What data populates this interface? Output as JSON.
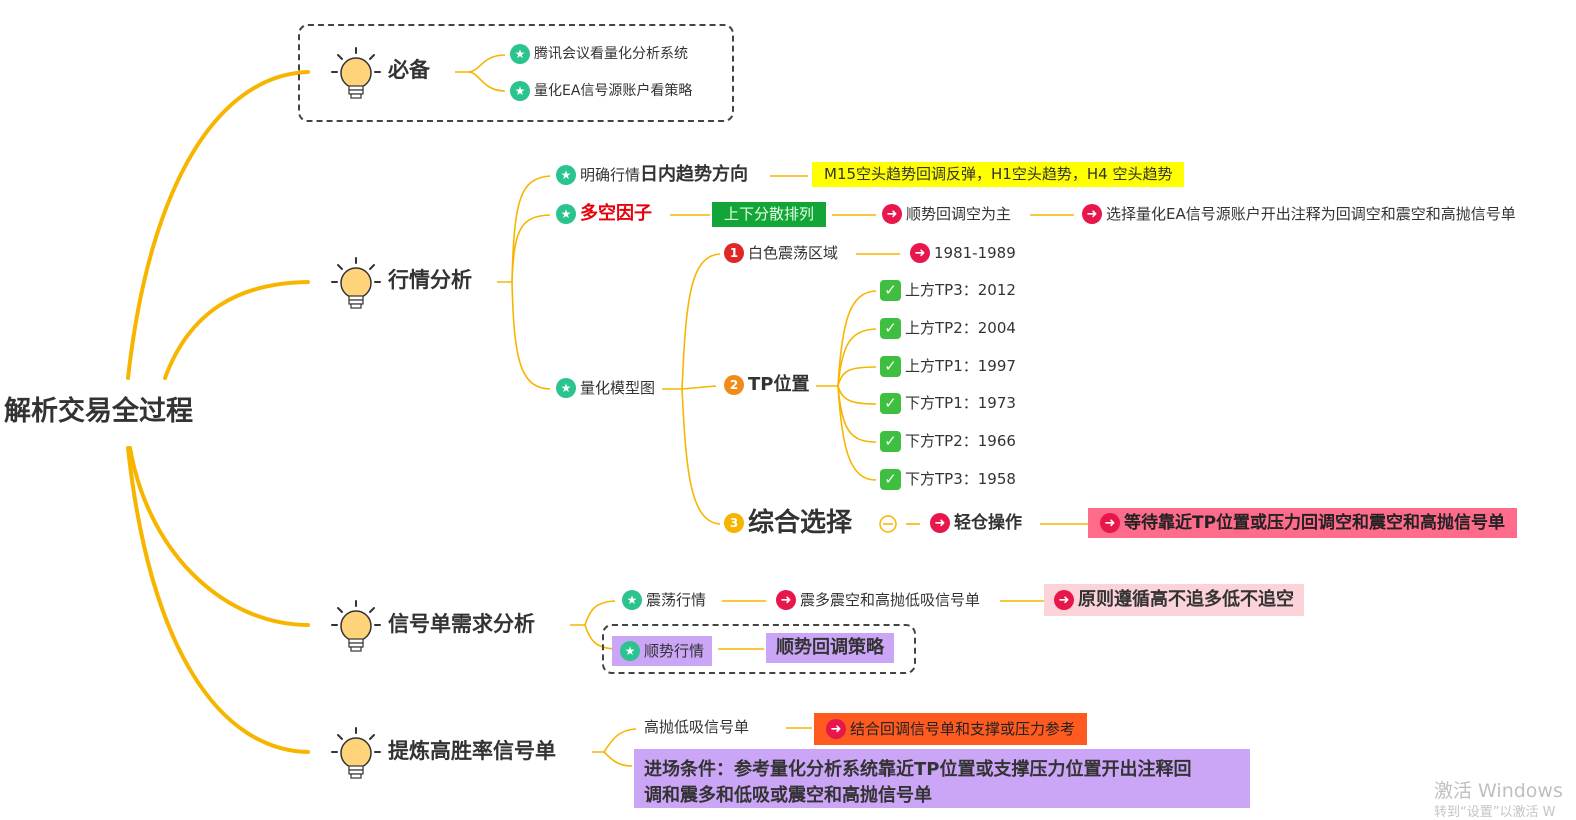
{
  "root": "解析交易全过程",
  "sections": {
    "prepare": {
      "title": "必备",
      "items": [
        "腾讯会议看量化分析系统",
        "量化EA信号源账户看策略"
      ]
    },
    "market": {
      "title": "行情分析",
      "trend_prefix": "明确行情",
      "trend_strong": "日内趋势方向",
      "trend_tag": "M15空头趋势回调反弹，H1空头趋势，H4 空头趋势",
      "factor_label": "多空因子",
      "factor_tag": "上下分散排列",
      "factor_step1": "顺势回调空为主",
      "factor_step2": "选择量化EA信号源账户开出注释为回调空和震空和高抛信号单",
      "model_label": "量化模型图",
      "zone_label": "白色震荡区域",
      "zone_value": "1981-1989",
      "tp_label": "TP位置",
      "tp_items": [
        "上方TP3：2012",
        "上方TP2：2004",
        "上方TP1：1997",
        "下方TP1：1973",
        "下方TP2：1966",
        "下方TP3：1958"
      ],
      "combo_label": "综合选择",
      "combo_step1": "轻仓操作",
      "combo_step2": "等待靠近TP位置或压力回调空和震空和高抛信号单"
    },
    "signal": {
      "title": "信号单需求分析",
      "range_label": "震荡行情",
      "range_step": "震多震空和高抛低吸信号单",
      "range_rule": "原则遵循高不追多低不追空",
      "trend_label": "顺势行情",
      "trend_strategy": "顺势回调策略"
    },
    "refine": {
      "title": "提炼高胜率信号单",
      "item_label": "高抛低吸信号单",
      "item_tag": "结合回调信号单和支撑或压力参考",
      "entry_line1": "进场条件：参考量化分析系统靠近TP位置或支撑压力位置开出注释回",
      "entry_line2": "调和震多和低吸或震空和高抛信号单"
    }
  },
  "watermark": {
    "line1": "激活 Windows",
    "line2": "转到“设置”以激活 W"
  },
  "icons": {
    "star": "star-icon",
    "arrow": "arrow-right-icon",
    "check": "checkmark-icon",
    "bulb": "lightbulb-icon"
  },
  "colors": {
    "branch": "#f7b500",
    "tag_yellow": "#ffff00",
    "tag_green": "#13a538",
    "tag_pink": "#ff6b8b",
    "tag_lightpink": "#fbd3d9",
    "tag_purple": "#cba5f6",
    "tag_orange": "#ff5a1f",
    "factor_red": "#e8000b"
  }
}
